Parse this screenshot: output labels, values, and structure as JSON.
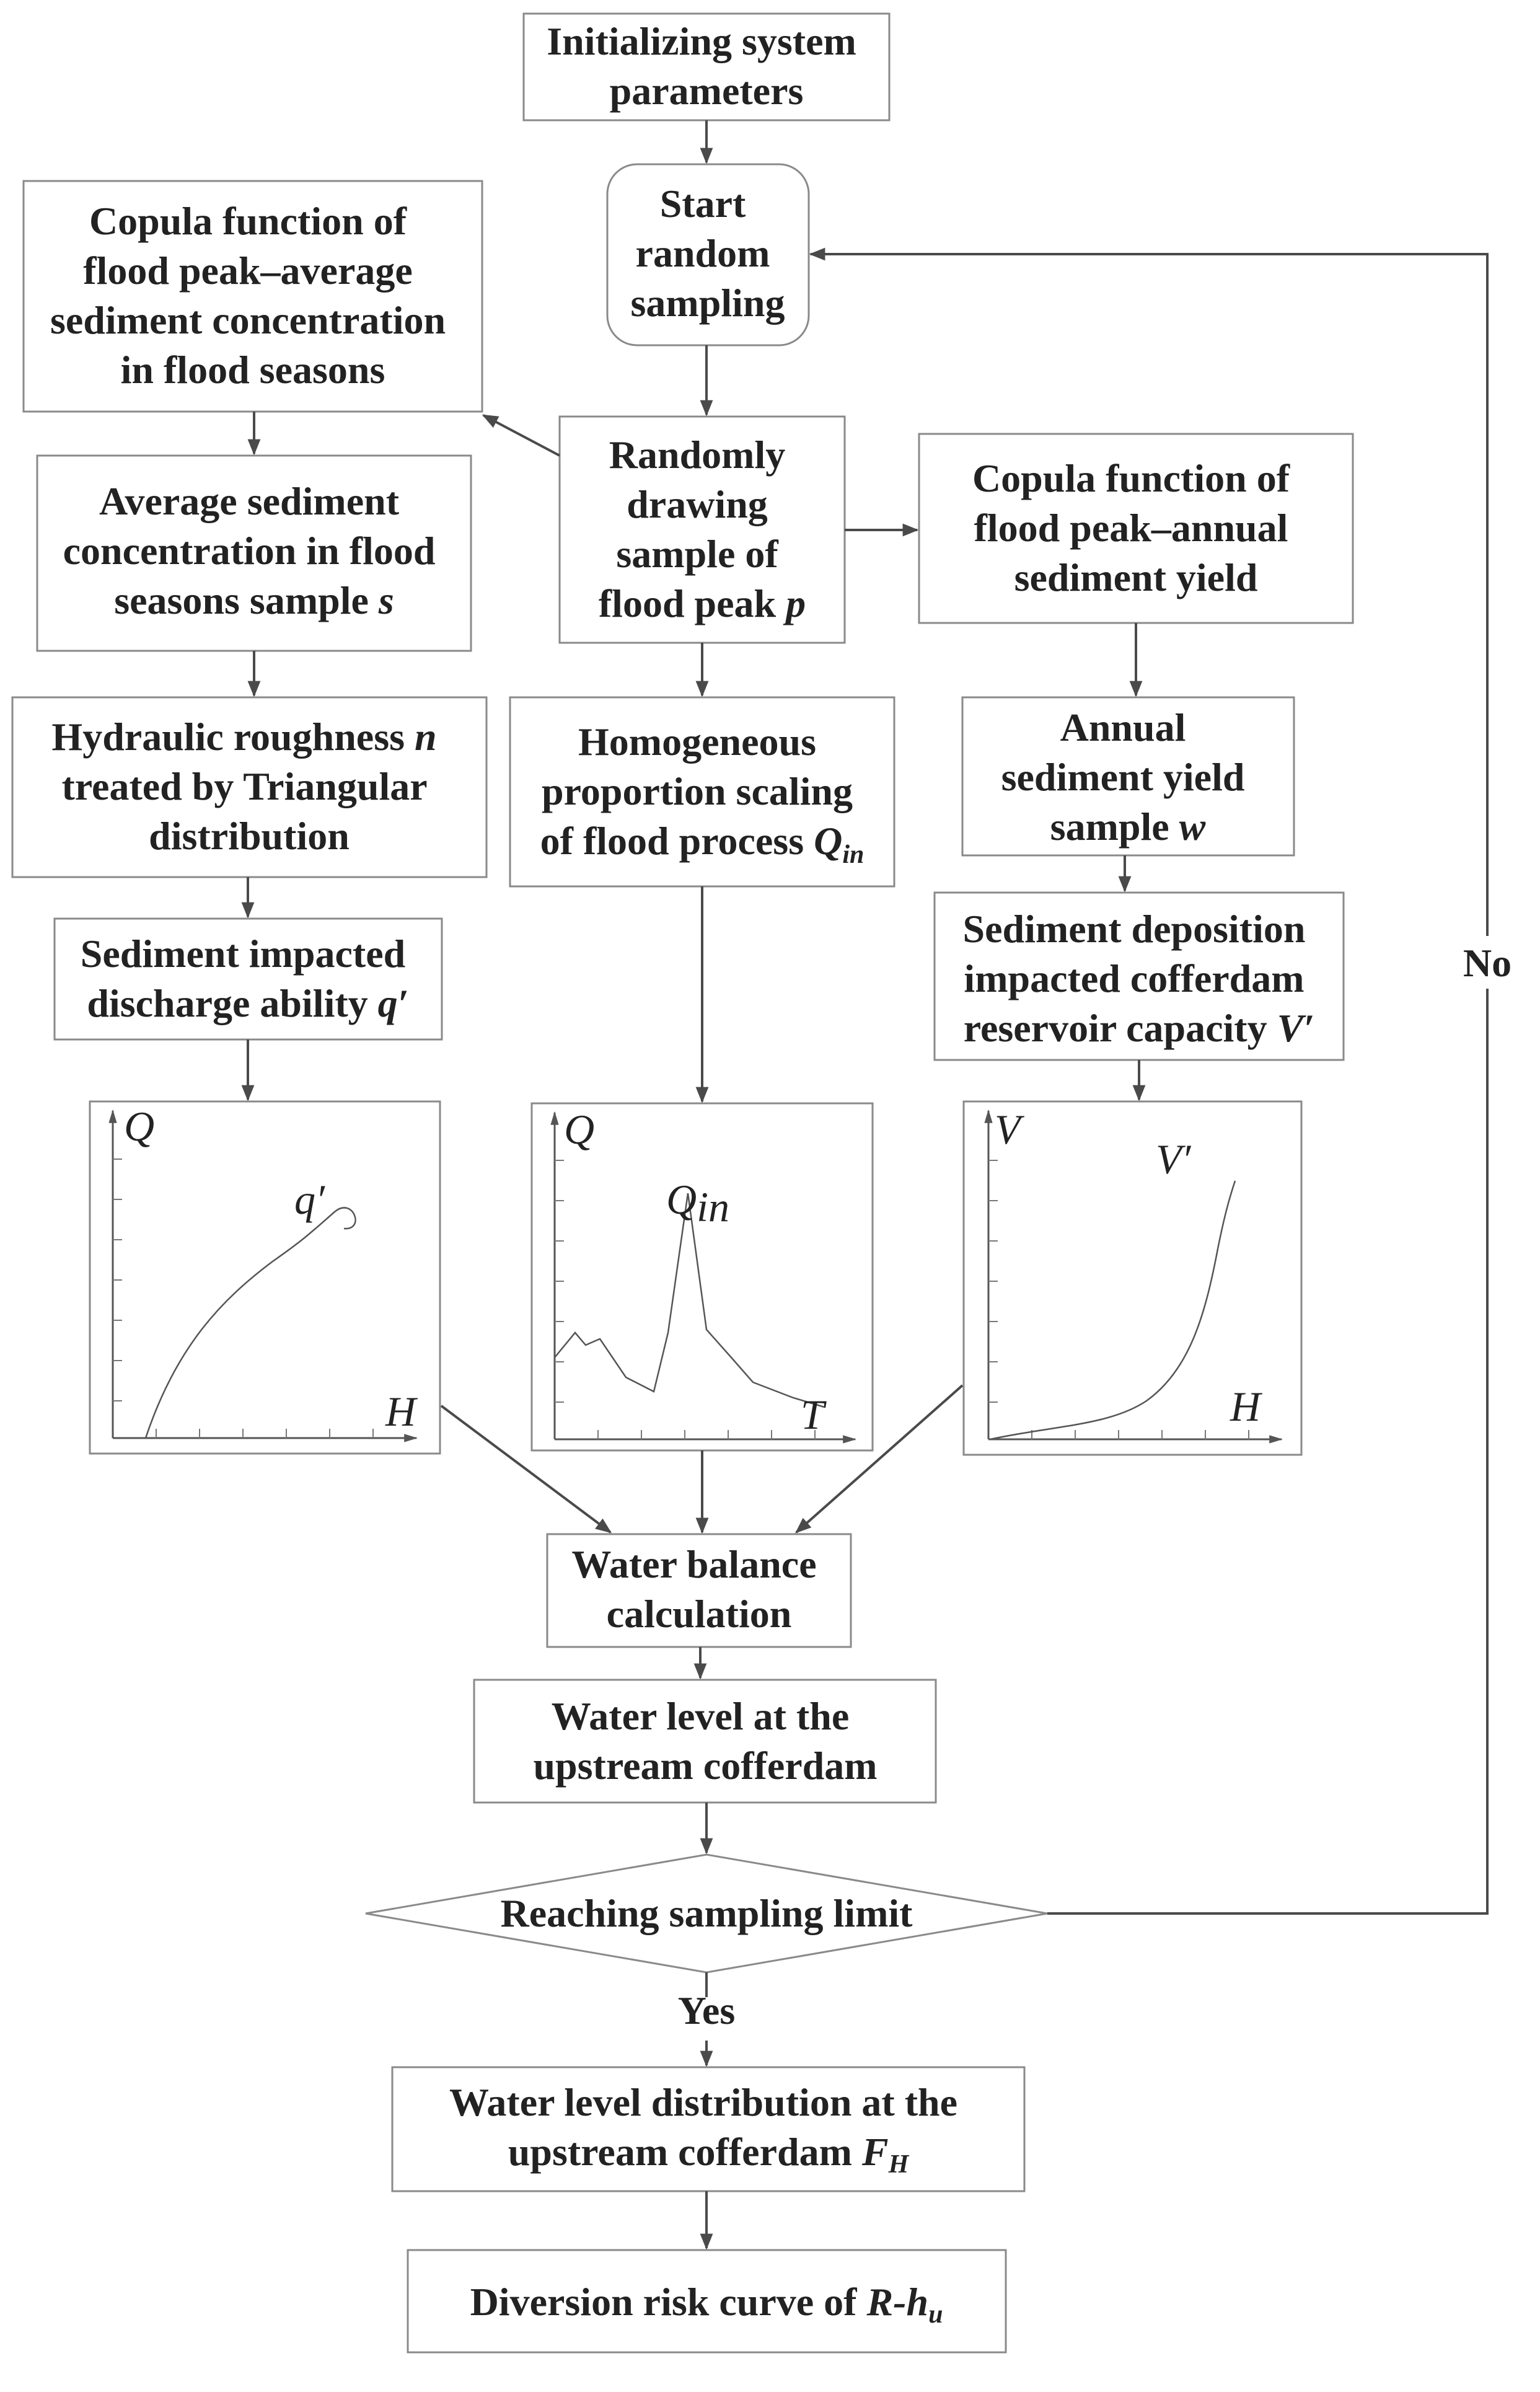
{
  "nodes": {
    "init": [
      "Initializing system",
      "parameters"
    ],
    "start": [
      "Start",
      "random",
      "sampling"
    ],
    "copula_left": [
      "Copula function of",
      "flood peak–average",
      "sediment concentration",
      "in flood seasons"
    ],
    "random_draw": [
      "Randomly",
      "drawing",
      "sample of"
    ],
    "random_draw_last": "flood peak",
    "random_draw_var": "p",
    "copula_right": [
      "Copula function of",
      "flood peak–annual",
      "sediment yield"
    ],
    "avg_sediment": [
      "Average sediment",
      "concentration in flood"
    ],
    "avg_sediment_last": "seasons sample",
    "avg_sediment_var": "s",
    "hydraulic_first": "Hydraulic roughness",
    "hydraulic_var": "n",
    "hydraulic_rest": [
      "treated by Triangular",
      "distribution"
    ],
    "homogeneous": [
      "Homogeneous",
      "proportion scaling"
    ],
    "homogeneous_last": "of flood process",
    "homogeneous_var": "Q",
    "homogeneous_sub": "in",
    "annual": [
      "Annual",
      "sediment yield"
    ],
    "annual_last": "sample",
    "annual_var": "w",
    "discharge": [
      "Sediment impacted"
    ],
    "discharge_last": "discharge ability",
    "discharge_var": "q′",
    "deposition": [
      "Sediment deposition",
      "impacted cofferdam"
    ],
    "deposition_last": "reservoir capacity",
    "deposition_var": "V′",
    "water_balance": [
      "Water balance",
      "calculation"
    ],
    "water_level": [
      "Water level at the",
      "upstream cofferdam"
    ],
    "decision": "Reaching sampling limit",
    "distribution": [
      "Water level distribution at the"
    ],
    "distribution_last": "upstream cofferdam",
    "distribution_var": "F",
    "distribution_sub": "H",
    "risk_curve": "Diversion risk curve of",
    "risk_curve_var": "R-h",
    "risk_curve_sub": "u"
  },
  "edges": {
    "no_label": "No",
    "yes_label": "Yes"
  },
  "charts": {
    "discharge_chart": {
      "y_axis": "Q",
      "x_axis": "H",
      "curve_label": "q′"
    },
    "inflow_chart": {
      "y_axis": "Q",
      "x_axis": "T",
      "curve_label": "Q",
      "curve_label_sub": "in"
    },
    "capacity_chart": {
      "y_axis": "V",
      "x_axis": "H",
      "curve_label": "V′"
    }
  }
}
